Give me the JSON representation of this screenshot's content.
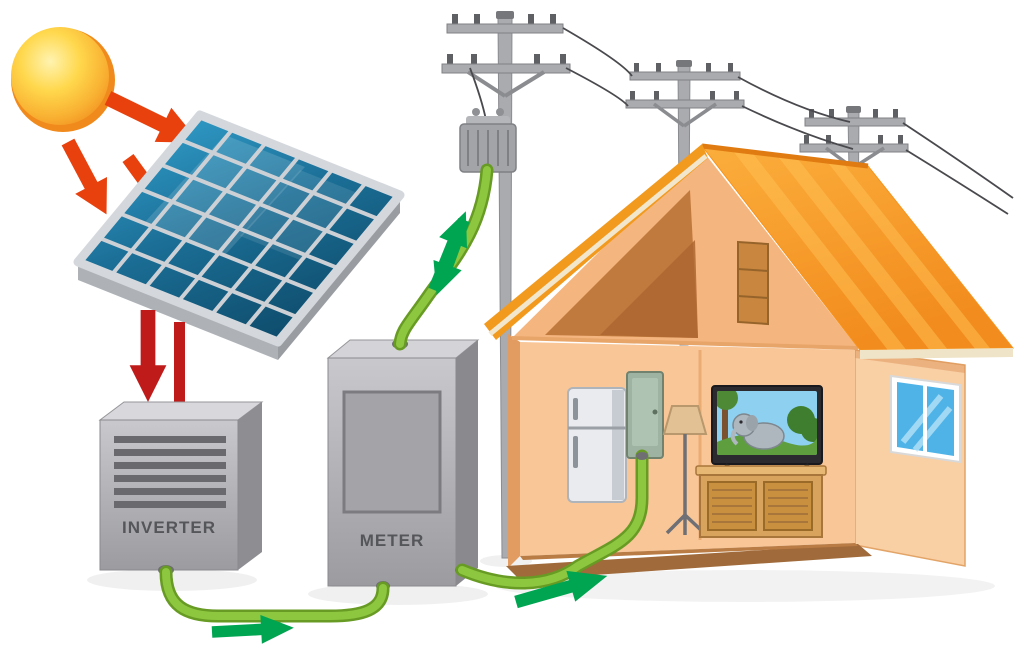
{
  "diagram": {
    "subject": "Solar energy system powering a home",
    "labels": {
      "inverter": "INVERTER",
      "meter": "METER"
    },
    "components": [
      "sun",
      "sun-ray-arrows",
      "solar-panel",
      "dc-arrows",
      "inverter",
      "meter",
      "inverter-meter-cable",
      "meter-home-cable",
      "grid-cable",
      "transformer",
      "utility-pole-1",
      "utility-pole-2",
      "utility-pole-3",
      "power-lines",
      "house",
      "roof",
      "attic-door",
      "window",
      "refrigerator",
      "breaker-panel",
      "floor-lamp",
      "television",
      "cabinet",
      "energy-flow-arrows"
    ],
    "colors": {
      "sun_core": "#FFD84D",
      "sun_rim": "#F08A1C",
      "ray_arrow_red": "#E8410E",
      "dc_arrow_red": "#BF1B1B",
      "flow_arrow_green": "#00A551",
      "cable_green": "#8DC63F",
      "cable_outline_green": "#679B23",
      "panel_blue_dark": "#0F4E6E",
      "panel_blue_light": "#36A9D6",
      "panel_frame_gray": "#D4D8DD",
      "equipment_gray": "#ABABAF",
      "label_gray": "#55565A",
      "roof_orange": "#F7941D",
      "wall_peach": "#F5B57F",
      "interior_wall": "#F8C697",
      "floor_brown": "#A06A3A",
      "pole_gray": "#A9ABAF"
    }
  }
}
